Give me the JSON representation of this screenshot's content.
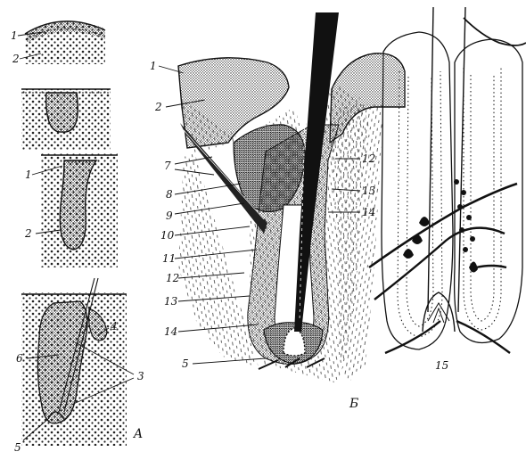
{
  "panels": {
    "a": {
      "letter": "A",
      "labels": {
        "a1": "1",
        "a2": "2",
        "c1": "1",
        "c2": "2",
        "d4": "4",
        "d6": "6",
        "d3": "3",
        "d5": "5"
      }
    },
    "b": {
      "letter": "Б",
      "labels": {
        "n1": "1",
        "n2": "2",
        "n7": "7",
        "n8": "8",
        "n9": "9",
        "n10": "10",
        "n11": "11",
        "n12l": "12",
        "n13l": "13",
        "n14l": "14",
        "n5": "5",
        "n12r": "12",
        "n13r": "13",
        "n14r": "14",
        "n15": "15"
      }
    }
  }
}
